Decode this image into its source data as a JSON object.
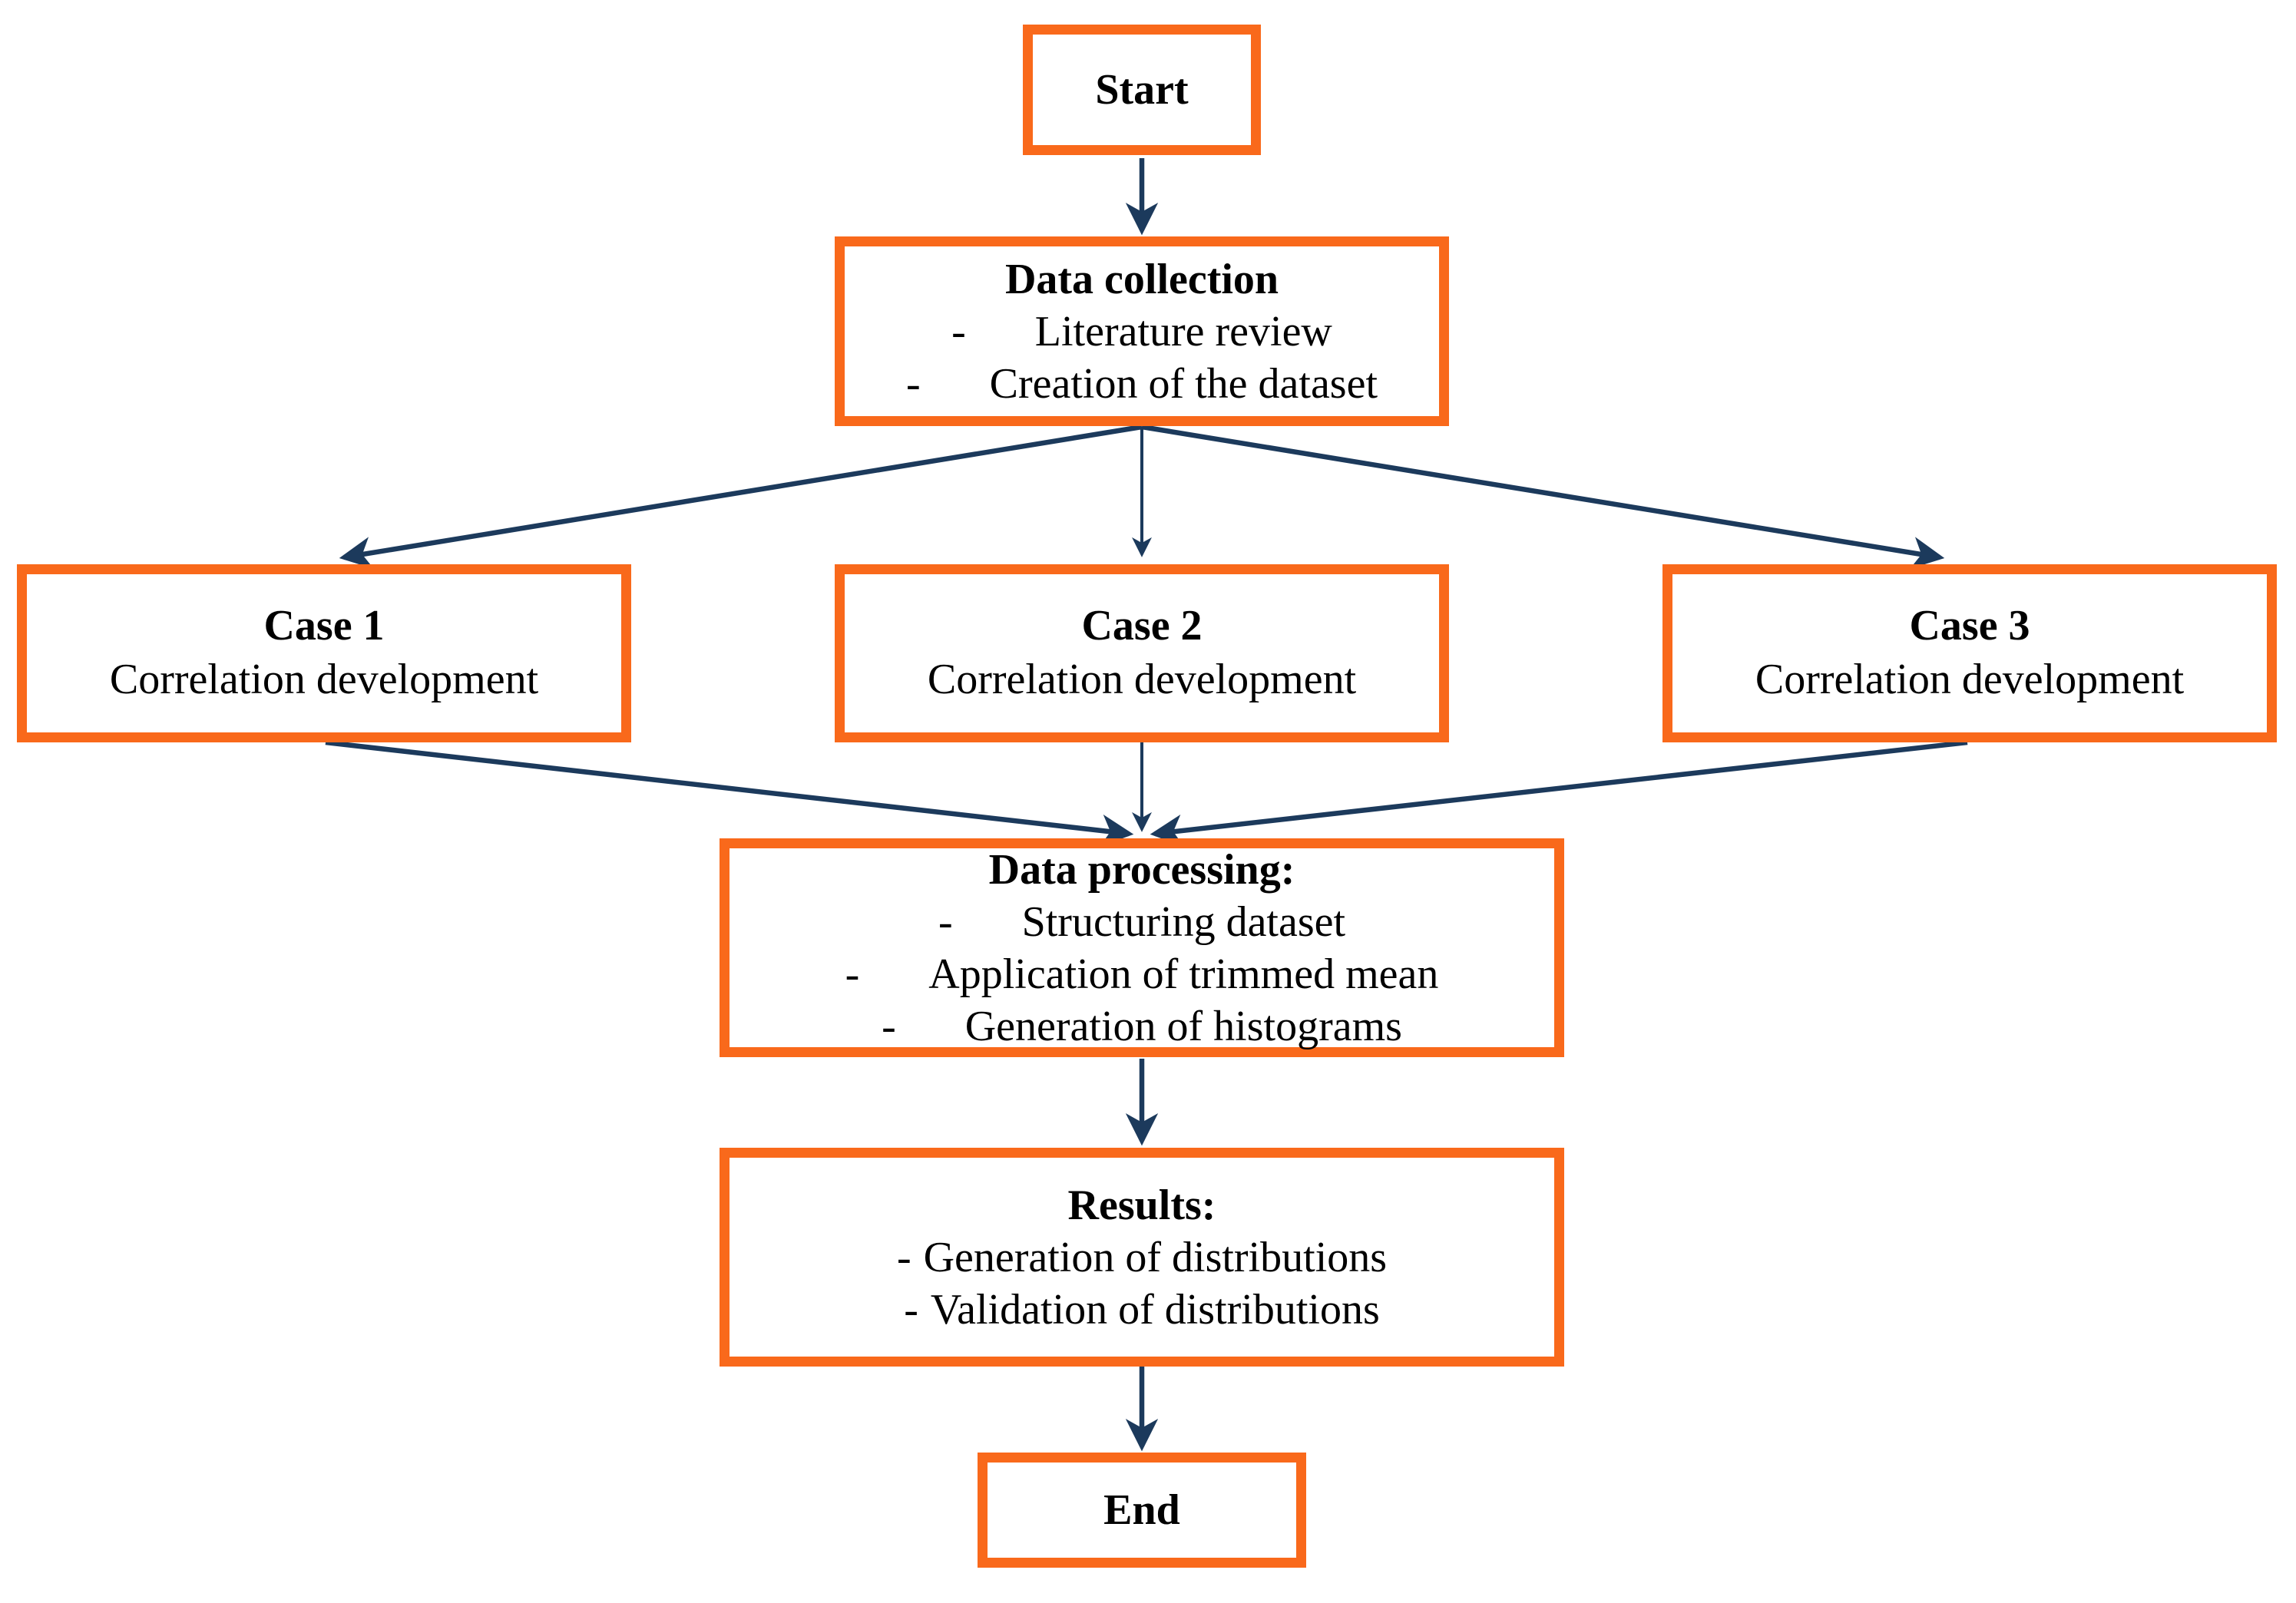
{
  "colors": {
    "box_border": "#F9691B",
    "arrow": "#1C3A5C",
    "text": "#000000",
    "background": "#FFFFFF"
  },
  "nodes": {
    "start": {
      "title": "Start"
    },
    "data_collection": {
      "title": "Data collection",
      "items": [
        {
          "bullet": "-",
          "text": "Literature review"
        },
        {
          "bullet": "-",
          "text": "Creation of the dataset"
        }
      ]
    },
    "case_1": {
      "title": "Case 1",
      "subtitle": "Correlation development"
    },
    "case_2": {
      "title": "Case 2",
      "subtitle": "Correlation development"
    },
    "case_3": {
      "title": "Case 3",
      "subtitle": "Correlation development"
    },
    "data_processing": {
      "title": "Data processing:",
      "items": [
        {
          "bullet": "-",
          "text": "Structuring dataset"
        },
        {
          "bullet": "-",
          "text": "Application of trimmed mean"
        },
        {
          "bullet": "-",
          "text": "Generation of histograms"
        }
      ]
    },
    "results": {
      "title": "Results:",
      "items": [
        {
          "bullet": "-",
          "text": "Generation of distributions"
        },
        {
          "bullet": "-",
          "text": "Validation of distributions"
        }
      ]
    },
    "end": {
      "title": "End"
    }
  },
  "edges": [
    {
      "from": "start",
      "to": "data_collection"
    },
    {
      "from": "data_collection",
      "to": "case_1"
    },
    {
      "from": "data_collection",
      "to": "case_2"
    },
    {
      "from": "data_collection",
      "to": "case_3"
    },
    {
      "from": "case_1",
      "to": "data_processing"
    },
    {
      "from": "case_2",
      "to": "data_processing"
    },
    {
      "from": "case_3",
      "to": "data_processing"
    },
    {
      "from": "data_processing",
      "to": "results"
    },
    {
      "from": "results",
      "to": "end"
    }
  ]
}
